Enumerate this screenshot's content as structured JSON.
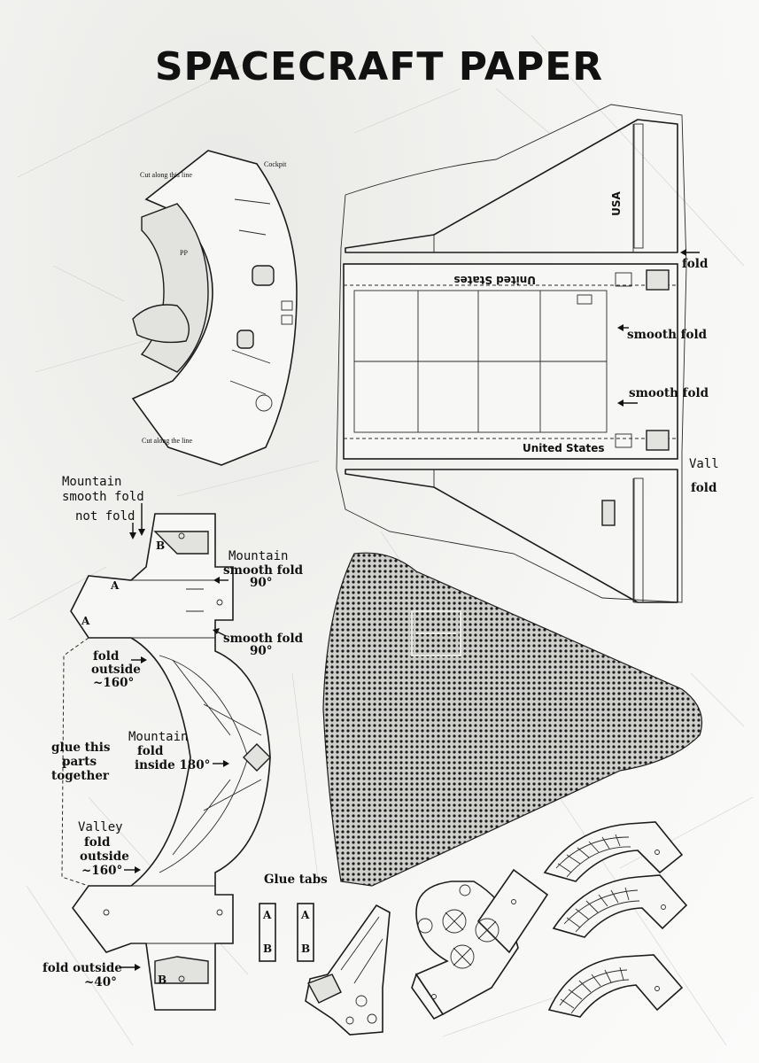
{
  "title": "SPACECRAFT PAPER",
  "labels": {
    "cut_along_top": "Cut along this line",
    "cut_along_bottom": "Cut along the line",
    "cockpit_note": "Cockpit",
    "pp_mark": "PP",
    "usa": "USA",
    "united_states_top": "United States",
    "united_states_bottom": "United States",
    "fold": "fold",
    "smooth_fold_1": "smooth fold",
    "smooth_fold_2": "smooth fold",
    "valley_cut": "Vall",
    "fold_right": "fold",
    "mountain_left_1": "Mountain",
    "mountain_left_2": "smooth fold",
    "not_fold": "not fold",
    "mountain_right_1": "Mountain",
    "mountain_right_2": "smooth fold",
    "mountain_right_3": "90°",
    "smooth_fold_90_1": "smooth fold",
    "smooth_fold_90_2": "90°",
    "fold_outside_1": "fold",
    "fold_outside_2": "outside",
    "fold_outside_3": "~160°",
    "glue_1": "glue this",
    "glue_2": "parts",
    "glue_3": "together",
    "mountain_inside_1": "Mountain",
    "mountain_inside_2": "fold",
    "mountain_inside_3": "inside 180°",
    "valley_1": "Valley",
    "valley_2": "fold",
    "valley_3": "outside",
    "valley_4": "~160°",
    "fold_outside_40_1": "fold outside",
    "fold_outside_40_2": "~40°",
    "glue_tabs": "Glue tabs",
    "tab_a1": "A",
    "tab_b1": "B",
    "tab_a2": "A",
    "tab_b2": "B",
    "letter_a_big": "A",
    "letter_a_small": "A",
    "letter_b_top": "B",
    "letter_b_bottom": "B"
  }
}
